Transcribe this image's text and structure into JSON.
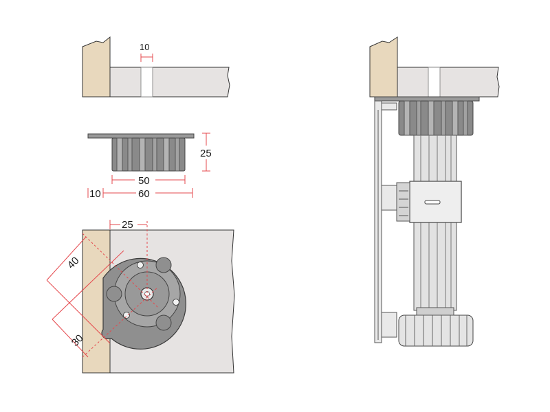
{
  "dimensions": {
    "gap_width": "10",
    "height": "25",
    "base_diameter": "50",
    "flange_width": "60",
    "flange_offset": "10",
    "center_offset": "25",
    "diagonal_long": "40",
    "diagonal_short": "30"
  },
  "colors": {
    "wood": "#e8d8bd",
    "panel": "#e6e3e2",
    "part_dark": "#8c8c8c",
    "part_light": "#d9d9d9",
    "dimension_line": "#e5484d"
  }
}
